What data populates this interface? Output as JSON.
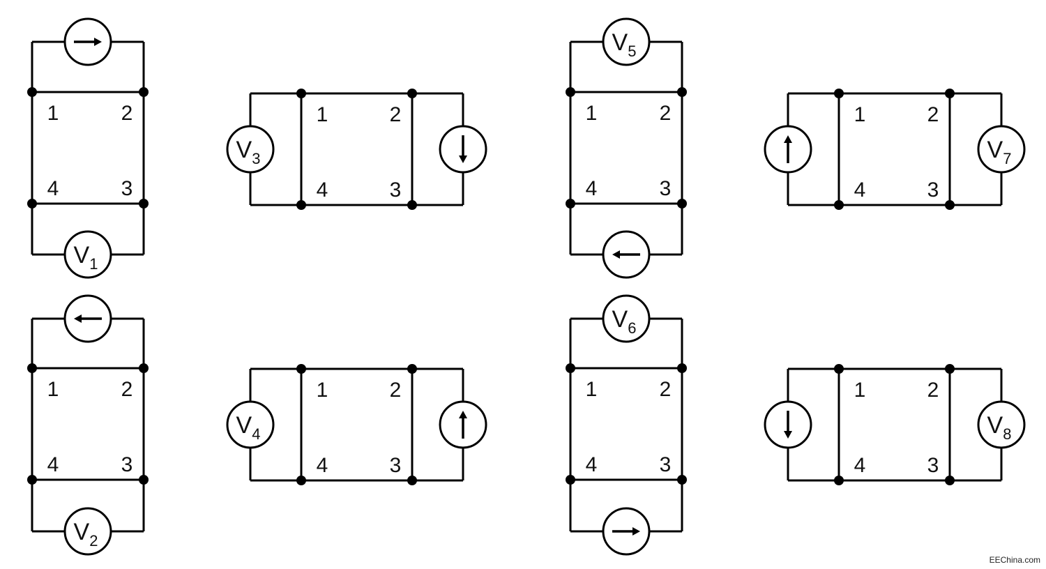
{
  "node_labels": [
    "1",
    "2",
    "3",
    "4"
  ],
  "meter_symbol": "V",
  "watermark": "EEChina.com",
  "circuits": [
    {
      "id": "c1",
      "meter_sub": "1",
      "source_arrow": "right"
    },
    {
      "id": "c2",
      "meter_sub": "2",
      "source_arrow": "left"
    },
    {
      "id": "c3",
      "meter_sub": "3",
      "source_arrow": "down"
    },
    {
      "id": "c4",
      "meter_sub": "4",
      "source_arrow": "up"
    },
    {
      "id": "c5",
      "meter_sub": "5",
      "source_arrow": "left"
    },
    {
      "id": "c6",
      "meter_sub": "6",
      "source_arrow": "right"
    },
    {
      "id": "c7",
      "meter_sub": "7",
      "source_arrow": "up"
    },
    {
      "id": "c8",
      "meter_sub": "8",
      "source_arrow": "down"
    }
  ],
  "colors": {
    "line": "#000000",
    "background": "#ffffff"
  },
  "icons": {
    "current_source": "current-source-icon",
    "voltmeter": "voltmeter-icon",
    "node": "node-dot-icon"
  }
}
